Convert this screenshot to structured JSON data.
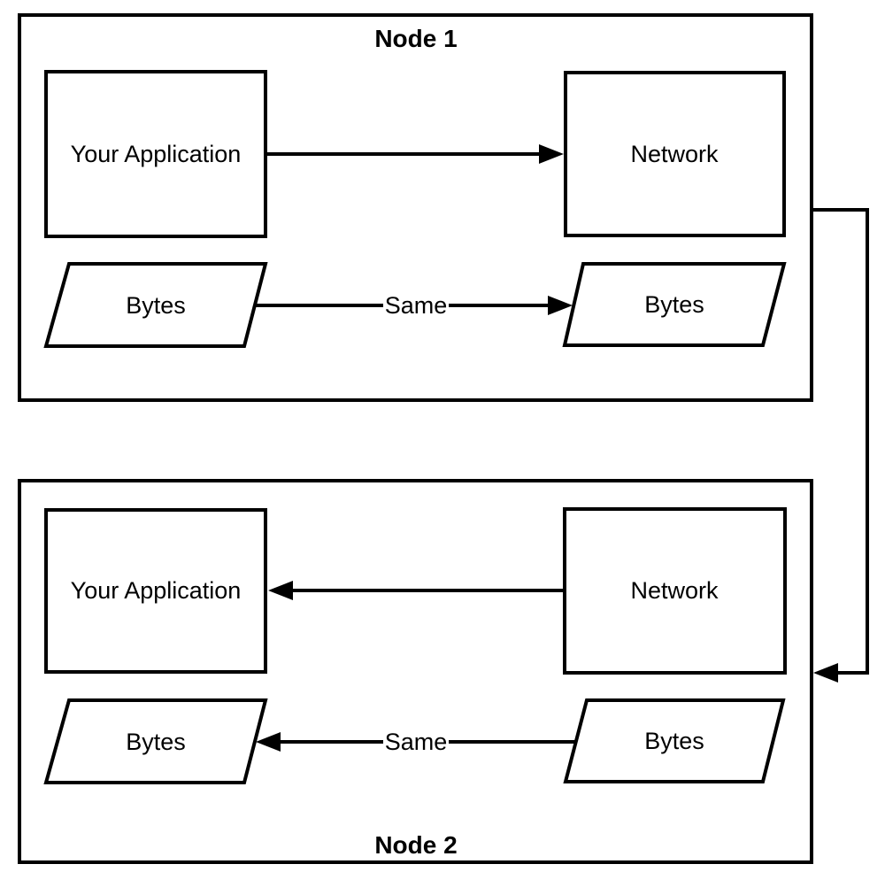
{
  "colors": {
    "stroke": "#000000",
    "background": "#ffffff",
    "text": "#000000"
  },
  "node1": {
    "title": "Node 1",
    "application_label": "Your Application",
    "network_label": "Network",
    "bytes_source_label": "Bytes",
    "bytes_dest_label": "Bytes",
    "arrow_label": "Same"
  },
  "node2": {
    "title": "Node 2",
    "application_label": "Your Application",
    "network_label": "Network",
    "bytes_source_label": "Bytes",
    "bytes_dest_label": "Bytes",
    "arrow_label": "Same"
  }
}
